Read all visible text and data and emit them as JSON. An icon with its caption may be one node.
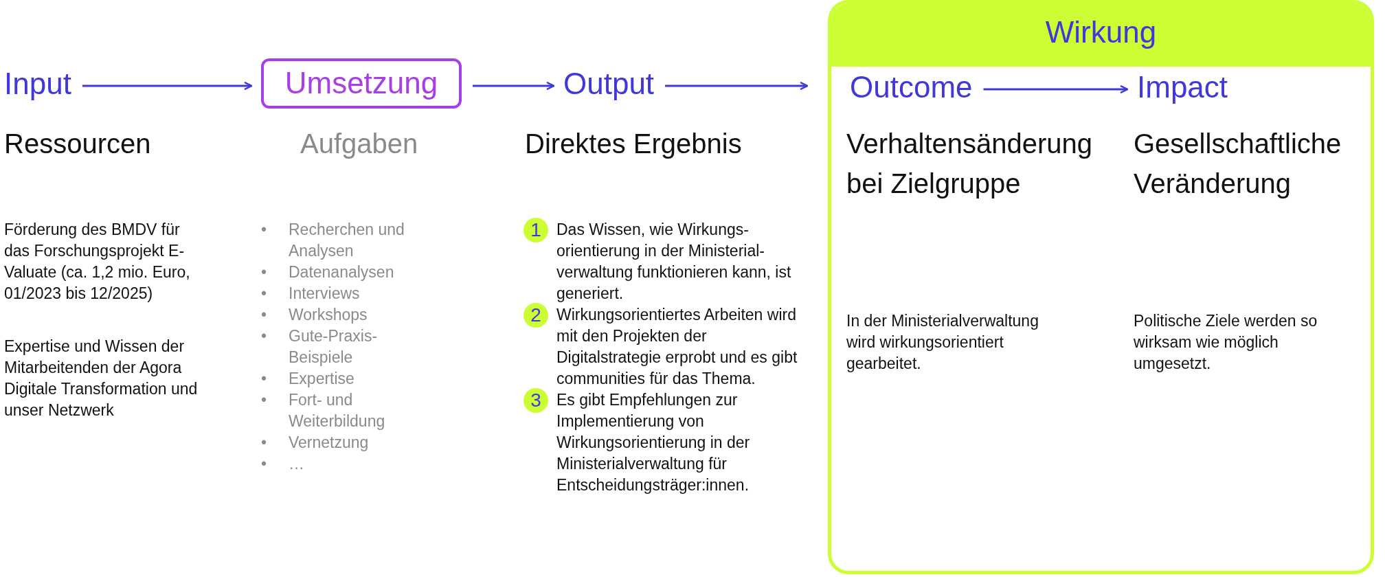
{
  "diagram": {
    "nodes": [
      {
        "text": [
          "Input"
        ]
      },
      {
        "text": [
          "Umsetzung"
        ]
      },
      {
        "text": [
          "Output"
        ]
      },
      {
        "text": [
          "Wirkung"
        ]
      },
      {
        "text": [
          "Outcome"
        ],
        "in": 3
      },
      {
        "text": [
          "Impact"
        ],
        "in": 3
      }
    ],
    "edges": [
      {
        "from": 0,
        "to": 1,
        "arrow": "to"
      },
      {
        "from": 1,
        "to": 2,
        "arrow": "to"
      },
      {
        "from": 2,
        "to": 3,
        "arrow": "to"
      },
      {
        "from": 4,
        "to": 5,
        "arrow": "to"
      }
    ],
    "labels": [
      "Ressourcen",
      "Aufgaben",
      "Direktes Ergebnis",
      "Verhaltensänderung bei Zielgruppe",
      "Gesellschaftliche Veränderung",
      "Förderung des BMDV für das Forschungsprojekt E-Valuate (ca. 1,2 mio. Euro, 01/2023 bis 12/2025)",
      "Expertise und Wissen der Mitarbeitenden der Agora Digitale Transformation und unser Netzwerk",
      "•",
      "Recherchen und Analysen",
      "•",
      "Datenanalysen",
      "•",
      "Interviews",
      "•",
      "Workshops",
      "•",
      "Gute-Praxis-Beispiele",
      "•",
      "Expertise",
      "•",
      "Fort- und Weiterbildung",
      "•",
      "Vernetzung",
      "•",
      "…",
      "1",
      "Das Wissen, wie Wirkungs- orientierung in der Ministerial- verwaltung funktionieren kann, ist generiert.",
      "2",
      "Wirkungsorientiertes Arbeiten wird mit den Projekten der Digitalstrategie erprobt und es gibt communities für das Thema.",
      "3",
      "Es gibt Empfehlungen zur Implementierung von Wirkungsorientierung in der Ministerialverwaltung für Entscheidungsträger:innen.",
      "In der Ministerialverwaltung wird wirkungsorientiert gearbeitet.",
      "Politische Ziele werden so wirksam wie möglich umgesetzt."
    ]
  }
}
